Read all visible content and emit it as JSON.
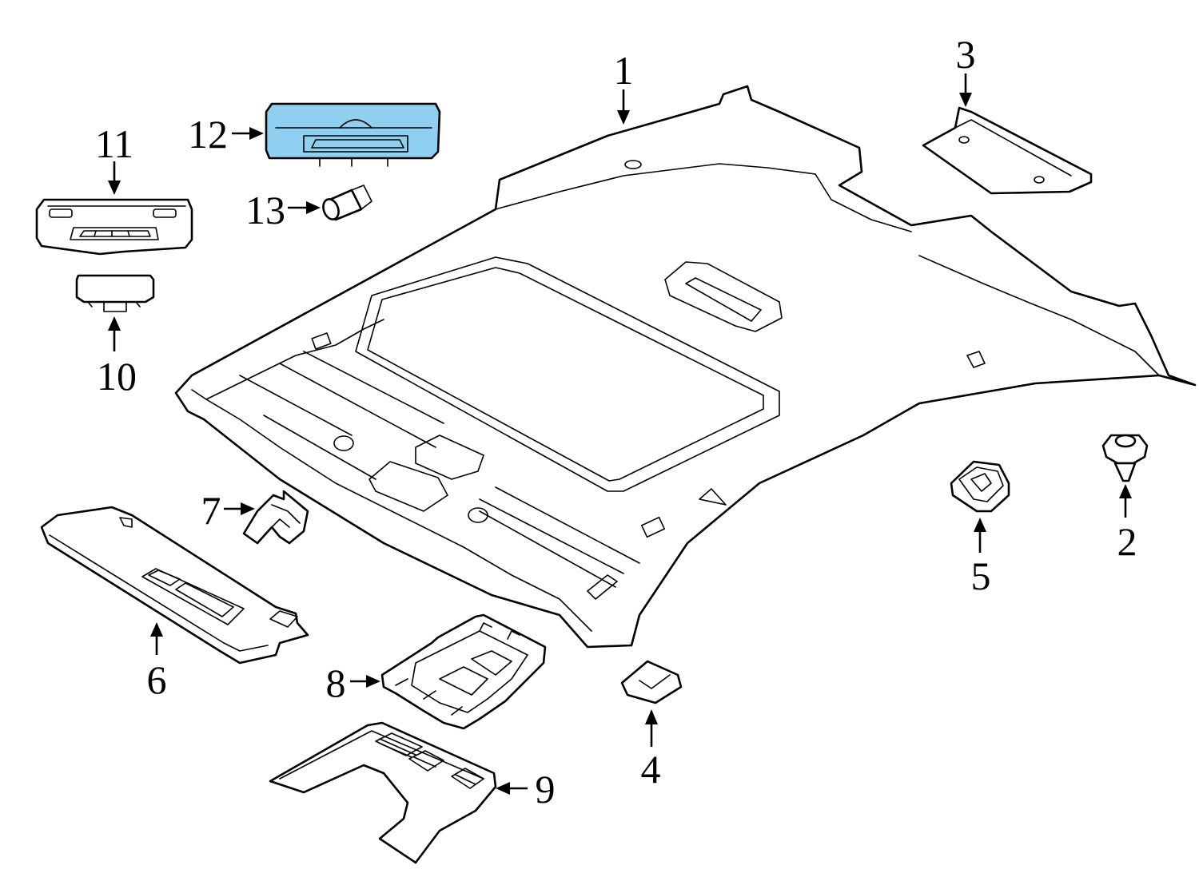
{
  "callouts": {
    "c1": "1",
    "c2": "2",
    "c3": "3",
    "c4": "4",
    "c5": "5",
    "c6": "6",
    "c7": "7",
    "c8": "8",
    "c9": "9",
    "c10": "10",
    "c11": "11",
    "c12": "12",
    "c13": "13"
  },
  "colors": {
    "highlight": "#8fd0f0",
    "line": "#000000",
    "background": "#ffffff"
  },
  "highlighted_part": "12"
}
